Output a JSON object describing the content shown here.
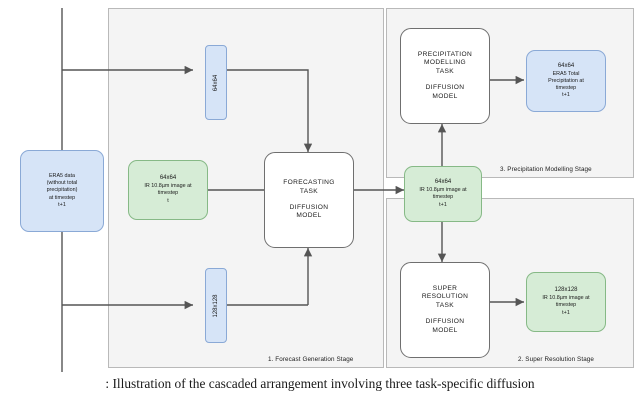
{
  "figure": {
    "caption": ": Illustration of the cascaded arrangement involving three task-specific diffusion"
  },
  "panels": [
    {
      "id": "forecast",
      "label": "1. Forecast Generation Stage"
    },
    {
      "id": "precipitation",
      "label": "3. Precipitation Modelling Stage"
    },
    {
      "id": "superres",
      "label": "2. Super Resolution Stage"
    }
  ],
  "nodes": {
    "era5_input": {
      "lines": [
        "ERA5 data",
        "(without total",
        "precipitation)",
        "at timestep",
        "t+1"
      ],
      "color": "#d6e4f7"
    },
    "vert_64": {
      "label": "64x64",
      "color": "#d6e4f7"
    },
    "vert_128": {
      "label": "128x128",
      "color": "#d6e4f7"
    },
    "ir_t": {
      "lines": [
        "64x64",
        "IR 10.8µm image at",
        "timestep",
        "t"
      ],
      "color": "#d6ecd6"
    },
    "forecasting_task": {
      "title_lines": [
        "FORECASTING",
        "TASK"
      ],
      "model_lines": [
        "DIFFUSION",
        "MODEL"
      ]
    },
    "precipitation_task": {
      "title_lines": [
        "PRECIPITATION",
        "MODELLING",
        "TASK"
      ],
      "model_lines": [
        "DIFFUSION",
        "MODEL"
      ]
    },
    "superres_task": {
      "title_lines": [
        "SUPER",
        "RESOLUTION",
        "TASK"
      ],
      "model_lines": [
        "DIFFUSION",
        "MODEL"
      ]
    },
    "precip_output": {
      "lines": [
        "64x64",
        "ERA5 Total",
        "Precipitation at",
        "timestep",
        "t+1"
      ],
      "color": "#d6e4f7"
    },
    "ir_t1": {
      "lines": [
        "64x64",
        "IR 10.8µm image at",
        "timestep",
        "t+1"
      ],
      "color": "#d6ecd6"
    },
    "superres_output": {
      "lines": [
        "128x128",
        "IR 10.8µm image at",
        "timestep",
        "t+1"
      ],
      "color": "#d6ecd6"
    }
  },
  "colors": {
    "blue_fill": "#d6e4f7",
    "blue_stroke": "#8aa9d6",
    "green_fill": "#d6ecd6",
    "green_stroke": "#86b986",
    "panel_fill": "#f4f4f4",
    "panel_stroke": "#b9b9b9",
    "line": "#555555"
  }
}
